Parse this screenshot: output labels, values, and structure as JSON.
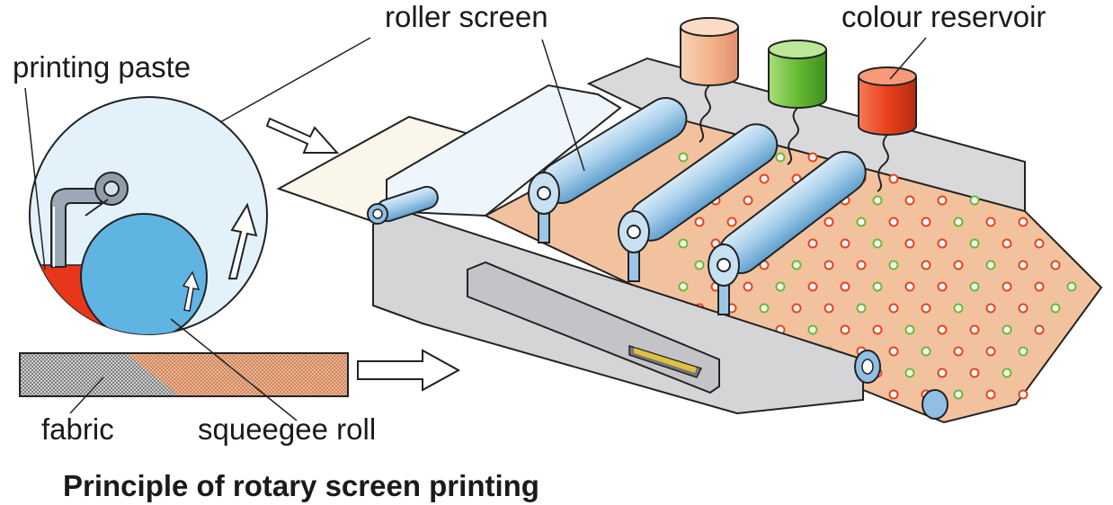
{
  "labels": {
    "printing_paste": "printing paste",
    "roller_screen": "roller screen",
    "colour_reservoir": "colour reservoir",
    "fabric": "fabric",
    "squeegee_roll": "squeegee roll"
  },
  "caption": "Principle of rotary screen printing",
  "colors": {
    "roller": "#9cc6e6",
    "circle_fill": "#e3f1fa",
    "squeegee": "#5fb4e2",
    "paste": "#e8361b",
    "reservoir_light": "#f1b48c",
    "reservoir_green": "#66bb33",
    "reservoir_red": "#e8421c",
    "machine_grey": "#d9d9db",
    "fabric_printed": "#f2c29f"
  }
}
